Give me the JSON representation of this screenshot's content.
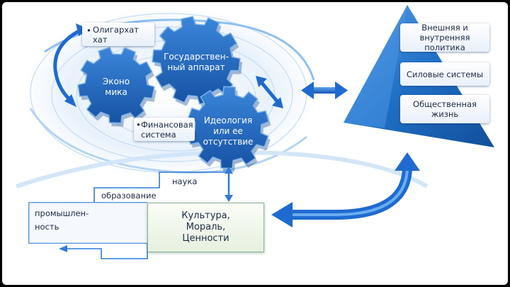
{
  "gears": {
    "economy": "Эконо\nмика",
    "state_apparatus": "Государствен-\nный аппарат",
    "ideology": "Идеология\nили ее\nотсутствие"
  },
  "tags": {
    "oligarchy": "Олигархат\nхат",
    "finance": "Финансовая\nсистема"
  },
  "pyramid": {
    "items": [
      "Внешняя и\nвнутренняя политика",
      "Силовые системы",
      "Общественная\nжизнь"
    ]
  },
  "steps": {
    "industry": "промышлен-\nность",
    "education": "образование",
    "science": "наука"
  },
  "culture": "Культура,\nМораль,\nЦенности",
  "colors": {
    "gear_blue": "#1f63b8",
    "pyramid_blue": "#1f6fc6",
    "arrow_blue": "#1e6ad0",
    "line_blue": "#2f7bd8"
  }
}
